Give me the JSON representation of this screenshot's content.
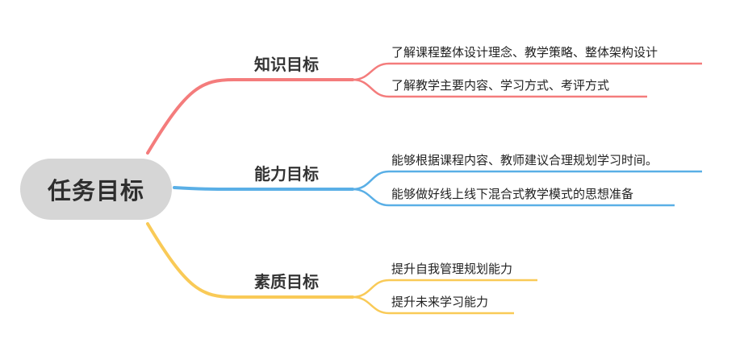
{
  "root": {
    "label": "任务目标"
  },
  "branches": [
    {
      "label": "知识目标",
      "color": "#f47c7c",
      "leaves": [
        "了解课程整体设计理念、教学策略、整体架构设计",
        "了解教学主要内容、学习方式、考评方式"
      ]
    },
    {
      "label": "能力目标",
      "color": "#5aafe6",
      "leaves": [
        "能够根据课程内容、教师建议合理规划学习时间。",
        "能够做好线上线下混合式教学模式的思想准备"
      ]
    },
    {
      "label": "素质目标",
      "color": "#f9ca57",
      "leaves": [
        "提升自我管理规划能力",
        "提升未来学习能力"
      ]
    }
  ]
}
